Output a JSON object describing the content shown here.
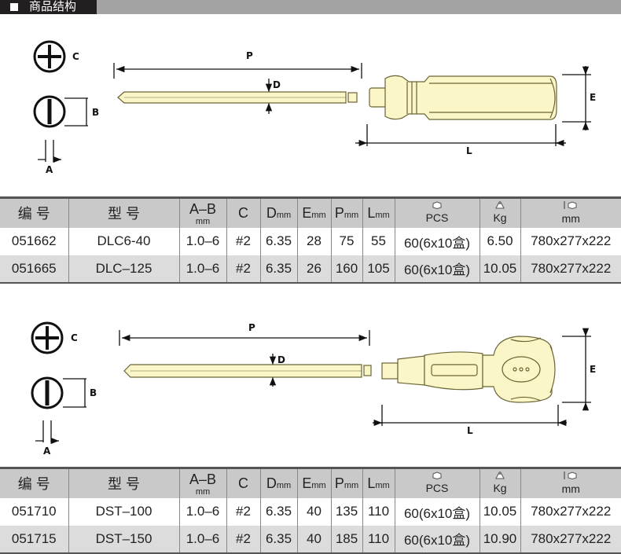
{
  "header": {
    "title": "商品结构"
  },
  "drawing_labels": {
    "c": "C",
    "b": "B",
    "a": "A",
    "p": "P",
    "d": "D",
    "e": "E",
    "l": "L"
  },
  "colors": {
    "tool_fill": "#fbf6c8",
    "tool_outline": "#6b6535",
    "header_bg": "#c9c9c9",
    "alt_row": "#dcdcdc"
  },
  "columns": {
    "code": "编 号",
    "model": "型 号",
    "ab": "A–B",
    "ab_unit": "mm",
    "c": "C",
    "d": "D",
    "e": "E",
    "p": "P",
    "l": "L",
    "unit": "mm",
    "pcs": "PCS",
    "kg": "Kg",
    "size_unit": "mm",
    "pcs_icon": "box-icon",
    "kg_icon": "weight-icon",
    "size_icon": "carton-size-icon"
  },
  "tables": [
    {
      "rows": [
        {
          "code": "051662",
          "model": "DLC6-40",
          "ab": "1.0–6",
          "c": "#2",
          "d": "6.35",
          "e": "28",
          "p": "75",
          "l": "55",
          "pcs": "60(6x10盒)",
          "kg": "6.50",
          "size": "780x277x222"
        },
        {
          "code": "051665",
          "model": "DLC–125",
          "ab": "1.0–6",
          "c": "#2",
          "d": "6.35",
          "e": "26",
          "p": "160",
          "l": "105",
          "pcs": "60(6x10盒)",
          "kg": "10.05",
          "size": "780x277x222"
        }
      ]
    },
    {
      "rows": [
        {
          "code": "051710",
          "model": "DST–100",
          "ab": "1.0–6",
          "c": "#2",
          "d": "6.35",
          "e": "40",
          "p": "135",
          "l": "110",
          "pcs": "60(6x10盒)",
          "kg": "10.05",
          "size": "780x277x222"
        },
        {
          "code": "051715",
          "model": "DST–150",
          "ab": "1.0–6",
          "c": "#2",
          "d": "6.35",
          "e": "40",
          "p": "185",
          "l": "110",
          "pcs": "60(6x10盒)",
          "kg": "10.90",
          "size": "780x277x222"
        }
      ]
    }
  ]
}
